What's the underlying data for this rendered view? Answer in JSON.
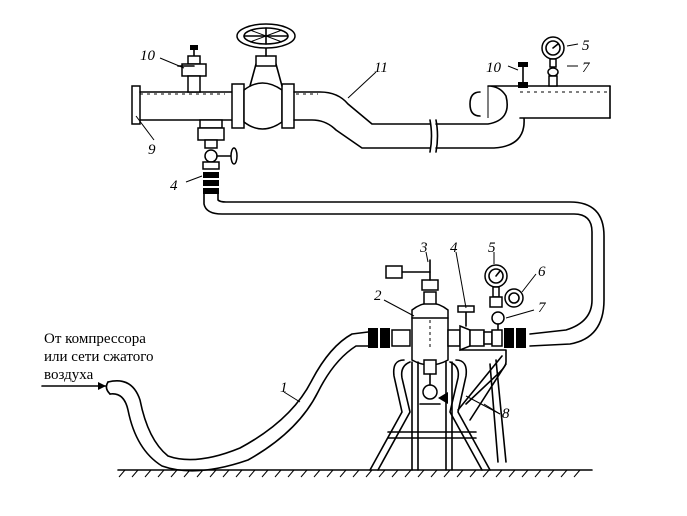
{
  "source_caption": [
    "От компрессора",
    "или сети сжатого",
    "воздуха"
  ],
  "callouts": [
    {
      "id": "c10a",
      "text": "10"
    },
    {
      "id": "c11",
      "text": "11"
    },
    {
      "id": "c9",
      "text": "9"
    },
    {
      "id": "c4a",
      "text": "4"
    },
    {
      "id": "c10b",
      "text": "10"
    },
    {
      "id": "c5a",
      "text": "5"
    },
    {
      "id": "c7a",
      "text": "7"
    },
    {
      "id": "c3",
      "text": "3"
    },
    {
      "id": "c4b",
      "text": "4"
    },
    {
      "id": "c5b",
      "text": "5"
    },
    {
      "id": "c6",
      "text": "6"
    },
    {
      "id": "c2",
      "text": "2"
    },
    {
      "id": "c7b",
      "text": "7"
    },
    {
      "id": "c1",
      "text": "1"
    },
    {
      "id": "c8",
      "text": "8"
    }
  ]
}
